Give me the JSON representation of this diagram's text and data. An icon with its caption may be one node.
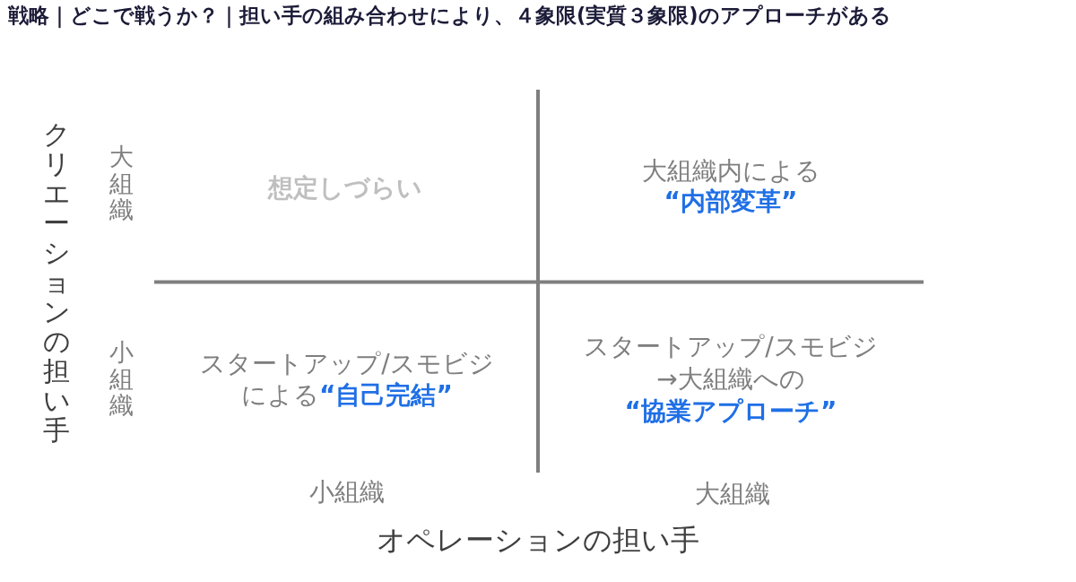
{
  "diagram": {
    "title": "戦略｜どこで戦うか？｜担い手の組み合わせにより、４象限(実質３象限)のアプローチがある",
    "labels": [
      "クリエーションの担い手",
      "大組織",
      "想定しづらい",
      "大組織内による**“内部変革”**",
      "小組織",
      "スタートアップ/スモビジによる**“自己完結”**",
      "スタートアップ/スモビジ→大組織への**“協業アプローチ”**",
      "小組織",
      "大組織",
      "オペレーションの担い手"
    ]
  }
}
